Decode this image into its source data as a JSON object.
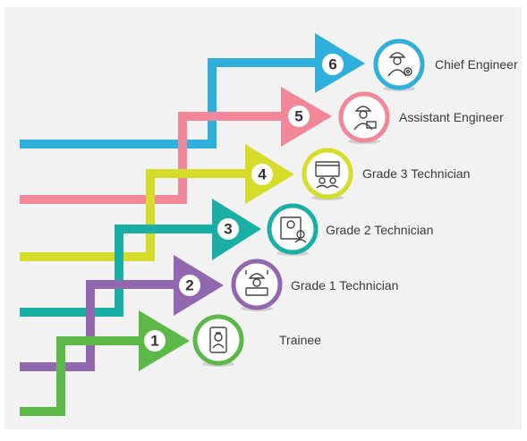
{
  "steps": [
    {
      "number": "1",
      "label": "Trainee",
      "color": "#5cb947",
      "icon": "trainee-worker-icon"
    },
    {
      "number": "2",
      "label": "Grade 1 Technician",
      "color": "#9168b0",
      "icon": "worker-at-desk-icon"
    },
    {
      "number": "3",
      "label": "Grade 2 Technician",
      "color": "#19afa5",
      "icon": "blueprint-worker-icon"
    },
    {
      "number": "4",
      "label": "Grade 3 Technician",
      "color": "#d5dc2a",
      "icon": "computer-workers-icon"
    },
    {
      "number": "5",
      "label": "Assistant Engineer",
      "color": "#f2879a",
      "icon": "engineer-with-toolbox-icon"
    },
    {
      "number": "6",
      "label": "Chief Engineer",
      "color": "#2fb0dc",
      "icon": "chief-engineer-icon"
    }
  ]
}
